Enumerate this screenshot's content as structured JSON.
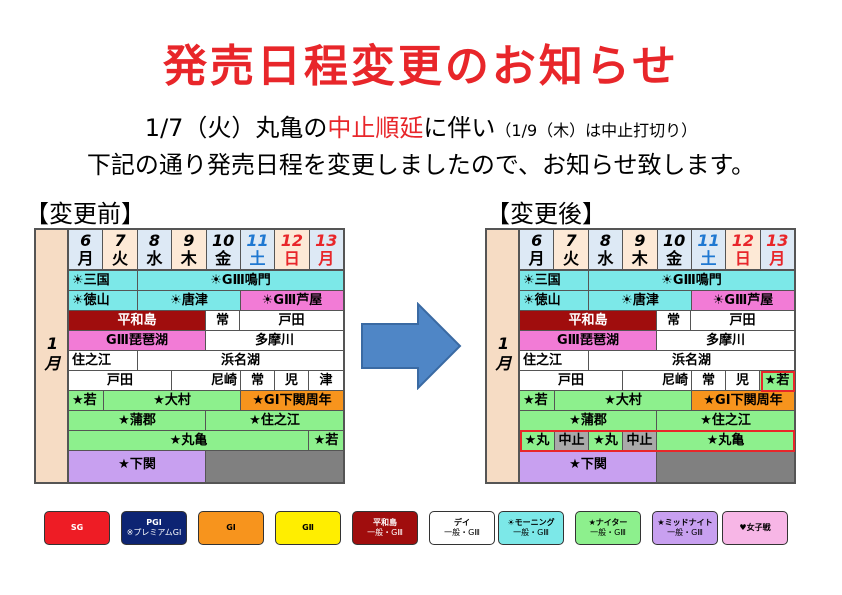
{
  "title": "発売日程変更のお知らせ",
  "notice": {
    "line1_a": "1/7（火）丸亀の",
    "line1_red": "中止順延",
    "line1_b": "に伴い",
    "line1_small": "（1/9（木）は中止打切り）",
    "line2": "下記の通り発売日程を変更しましたので、お知らせ致します。"
  },
  "before_label": "【変更前】",
  "after_label": "【変更後】",
  "month_label": [
    "1",
    "月"
  ],
  "days": [
    {
      "num": "6",
      "wd": "月"
    },
    {
      "num": "7",
      "wd": "火"
    },
    {
      "num": "8",
      "wd": "水"
    },
    {
      "num": "9",
      "wd": "木"
    },
    {
      "num": "10",
      "wd": "金"
    },
    {
      "num": "11",
      "wd": "土"
    },
    {
      "num": "12",
      "wd": "日"
    },
    {
      "num": "13",
      "wd": "月"
    }
  ],
  "colors": {
    "sat": "#1f78d1",
    "sun": "#e8262a",
    "morning": "#7ce8e8",
    "g3": "#f27bd6",
    "heiwajima": "#a00d0d",
    "night": "#8df08d",
    "gi": "#f7941d",
    "midnight": "#c8a0f0",
    "gray": "#808080",
    "day_bg": "#dde9f5",
    "day_bg2": "#fde9d6"
  },
  "rows": {
    "sanukuni": "☀三国",
    "naruto": "☀GⅢ鳴門",
    "tokuyama": "☀徳山",
    "karatsu": "☀唐津",
    "ashiya": "☀GⅢ芦屋",
    "heiwajima": "平和島",
    "jou": "常",
    "toda": "戸田",
    "biwako": "GⅢ琵琶湖",
    "tamagawa": "多摩川",
    "suminoe": "住之江",
    "hamanako": "浜名湖",
    "toda2": "戸田",
    "amagasaki": "尼崎",
    "jou2": "常",
    "ji": "児",
    "tsu": "津",
    "waka": "★若",
    "omura": "★大村",
    "shimonoseki_gi": "★GⅠ下関周年",
    "gamagori": "★蒲郡",
    "suminoe_star": "★住之江",
    "marugame": "★丸亀",
    "waka2": "★若",
    "shimonoseki": "★下関",
    "maru_short": "★丸",
    "chushi": "中止"
  },
  "legend": [
    {
      "text": "SG",
      "text2": "",
      "bg": "#ee1c25",
      "fg": "#ffffff"
    },
    {
      "text": "PGⅠ",
      "text2": "※プレミアムGⅠ",
      "bg": "#0d2473",
      "fg": "#ffffff"
    },
    {
      "text": "GⅠ",
      "text2": "",
      "bg": "#f7941d",
      "fg": "#000000"
    },
    {
      "text": "GⅡ",
      "text2": "",
      "bg": "#ffee00",
      "fg": "#000000"
    },
    {
      "text": "平和島",
      "text2": "一般・GⅢ",
      "bg": "#a00d0d",
      "fg": "#ffffff"
    },
    {
      "text": "デイ",
      "text2": "一般・GⅢ",
      "bg": "#ffffff",
      "fg": "#000000"
    },
    {
      "text": "☀モーニング",
      "text2": "一般・GⅢ",
      "bg": "#7ce8e8",
      "fg": "#000000"
    },
    {
      "text": "★ナイター",
      "text2": "一般・GⅢ",
      "bg": "#8df08d",
      "fg": "#000000"
    },
    {
      "text": "★ミッドナイト",
      "text2": "一般・GⅢ",
      "bg": "#c8a0f0",
      "fg": "#000000"
    },
    {
      "text": "♥女子戦",
      "text2": "",
      "bg": "#f7b6e6",
      "fg": "#000000"
    }
  ]
}
